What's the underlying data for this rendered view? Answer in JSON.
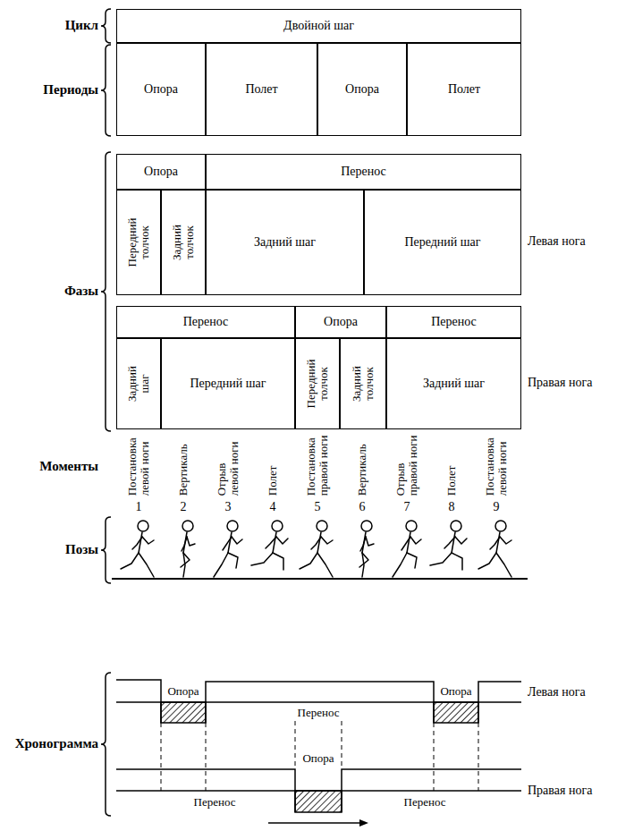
{
  "diagram": {
    "nodes": [
      {
        "text": [
          "Двойной шаг"
        ]
      },
      {
        "text": [
          "Опора"
        ]
      },
      {
        "text": [
          "Полет"
        ]
      },
      {
        "text": [
          "Опора"
        ]
      },
      {
        "text": [
          "Полет"
        ]
      },
      {
        "text": [
          "Опора"
        ]
      },
      {
        "text": [
          "Перенос"
        ]
      },
      {
        "text": [
          "Передний толчок"
        ]
      },
      {
        "text": [
          "Задний толчок"
        ]
      },
      {
        "text": [
          "Задний шаг"
        ]
      },
      {
        "text": [
          "Передний шаг"
        ]
      },
      {
        "text": [
          "Перенос"
        ]
      },
      {
        "text": [
          "Опора"
        ]
      },
      {
        "text": [
          "Перенос"
        ]
      },
      {
        "text": [
          "Задний шаг"
        ]
      },
      {
        "text": [
          "Передний шаг"
        ]
      },
      {
        "text": [
          "Передний толчок"
        ]
      },
      {
        "text": [
          "Задний толчок"
        ]
      },
      {
        "text": [
          "Задний шаг"
        ]
      }
    ],
    "labels": [
      "Цикл",
      "Периоды",
      "Фазы",
      "Левая нога",
      "Правая нога",
      "Моменты",
      "Постановка левой ноги",
      "Вертикаль",
      "Отрыв левой ноги",
      "Полет",
      "Постановка правой ноги",
      "Вертикаль",
      "Отрыв правой ноги",
      "Полет",
      "Постановка левой ноги",
      "1",
      "2",
      "3",
      "4",
      "5",
      "6",
      "7",
      "8",
      "9",
      "Позы",
      "Хронограмма",
      "Опора",
      "Левая нога",
      "Перенос",
      "Опора",
      "Опора",
      "Правая нога",
      "Перенос",
      "Перенос"
    ]
  }
}
